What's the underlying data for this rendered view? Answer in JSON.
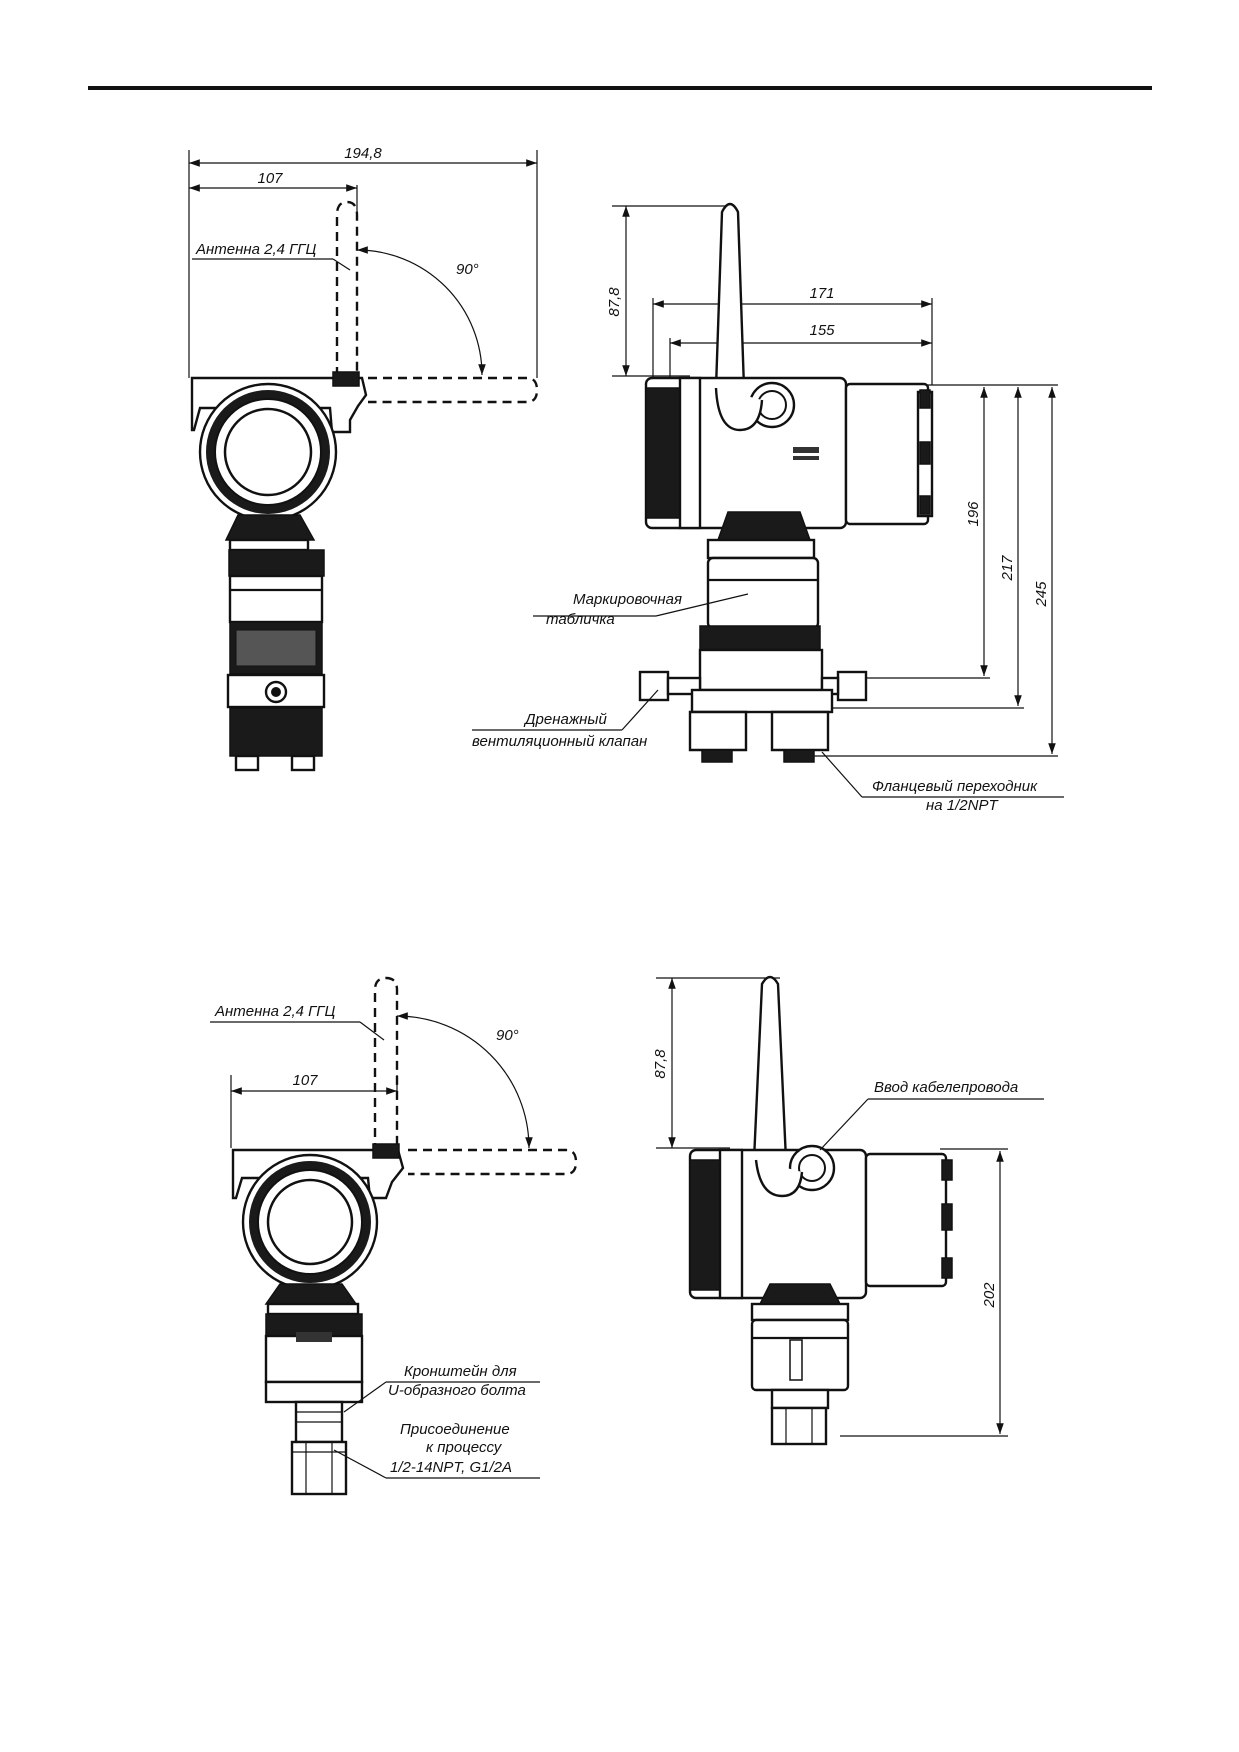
{
  "view_top_front": {
    "dim_overall": "194,8",
    "dim_antenna": "107",
    "antenna_label": "Антенна 2,4 ГГЦ",
    "angle": "90°"
  },
  "view_top_side": {
    "dim_height_antenna": "87,8",
    "dim_171": "171",
    "dim_155": "155",
    "dim_196": "196",
    "dim_217": "217",
    "dim_245": "245",
    "label_plate": [
      "Маркировочная",
      "табличка"
    ],
    "label_drain": [
      "Дренажный",
      "вентиляционный клапан"
    ],
    "label_flange": [
      "Фланцевый переходник",
      "на 1/2NPT"
    ]
  },
  "view_bottom_front": {
    "antenna_label": "Антенна 2,4 ГГЦ",
    "angle": "90°",
    "dim_antenna": "107",
    "label_bracket": [
      "Кронштейн для",
      "U-образного болта"
    ],
    "label_process": [
      "Присоединение",
      "к процессу",
      "1/2-14NPT, G1/2A"
    ]
  },
  "view_bottom_side": {
    "dim_height_antenna": "87,8",
    "dim_202": "202",
    "label_conduit": "Ввод кабелепровода"
  }
}
